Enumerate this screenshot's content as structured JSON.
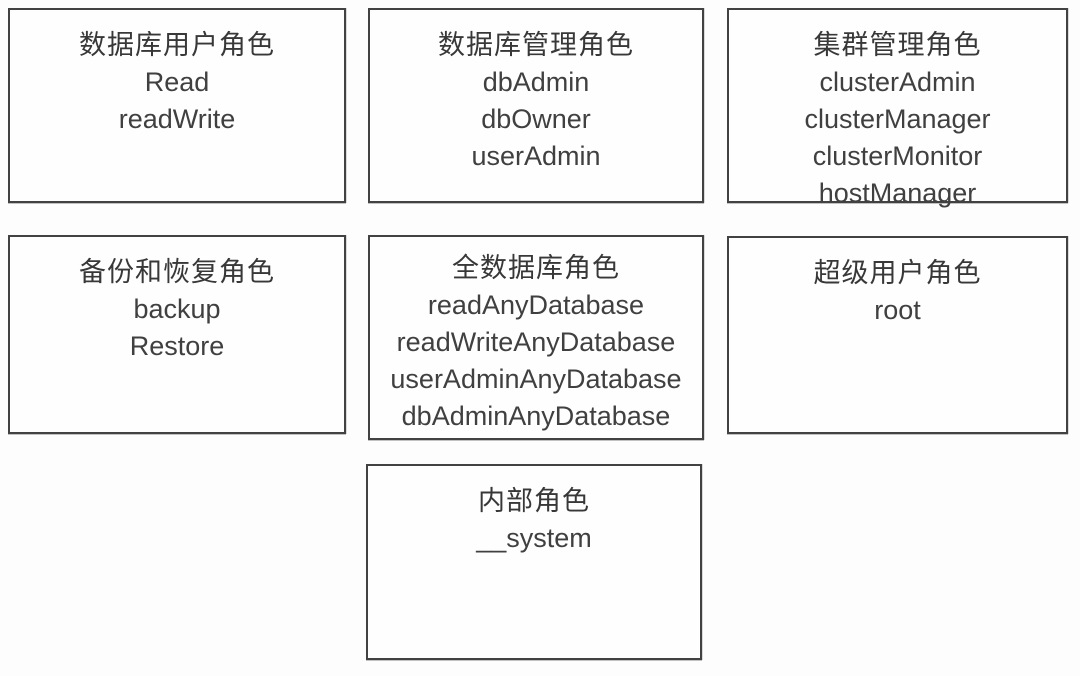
{
  "page": {
    "background": "#fdfdfd",
    "box_border_color": "#424242",
    "text_color": "#3b3b3b"
  },
  "diagram": {
    "boxes": [
      {
        "title": "数据库用户角色",
        "items": [
          "Read",
          "readWrite"
        ]
      },
      {
        "title": "数据库管理角色",
        "items": [
          "dbAdmin",
          "dbOwner",
          "userAdmin"
        ]
      },
      {
        "title": "集群管理角色",
        "items": [
          "clusterAdmin",
          "clusterManager",
          "clusterMonitor",
          "hostManager"
        ]
      },
      {
        "title": "备份和恢复角色",
        "items": [
          "backup",
          "Restore"
        ]
      },
      {
        "title": "全数据库角色",
        "items": [
          "readAnyDatabase",
          "readWriteAnyDatabase",
          "userAdminAnyDatabase",
          "dbAdminAnyDatabase"
        ]
      },
      {
        "title": "超级用户角色",
        "items": [
          "root"
        ]
      },
      {
        "title": "内部角色",
        "items": [
          "__system"
        ]
      }
    ]
  }
}
